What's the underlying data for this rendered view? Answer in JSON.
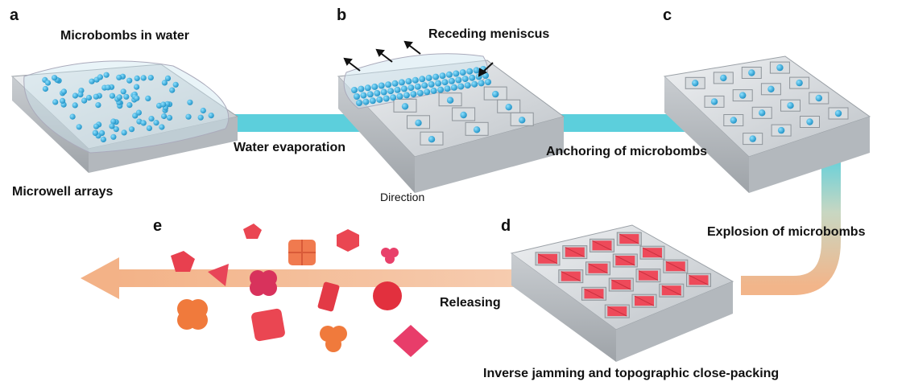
{
  "panels": {
    "a": {
      "letter": "a",
      "title": "Microbombs in water",
      "subtitle": "Microwell arrays"
    },
    "b": {
      "letter": "b",
      "title": "Receding meniscus",
      "subtitle": "Direction"
    },
    "c": {
      "letter": "c",
      "title": "Anchoring of microbombs"
    },
    "d": {
      "letter": "d",
      "title": "Inverse jamming and topographic  close-packing"
    },
    "e": {
      "letter": "e"
    }
  },
  "steps": {
    "water_evaporation": "Water evaporation",
    "explosion": "Explosion of microbombs",
    "releasing": "Releasing"
  },
  "colors": {
    "channel": "#5ccfdc",
    "arrow": "#f2b58a",
    "microbomb": "#2aa6d6",
    "particle": "#ee4a5a"
  }
}
